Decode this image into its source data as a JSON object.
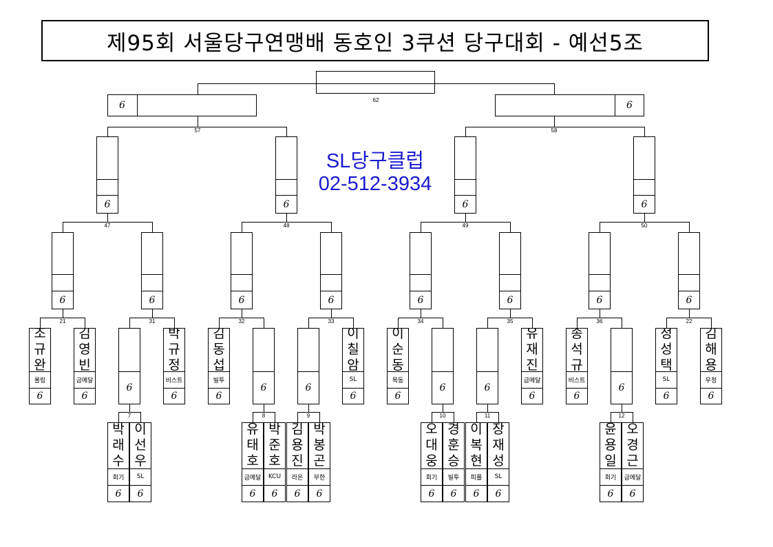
{
  "title": "제95회 서울당구연맹배 동호인 3쿠션 당구대회 - 예선5조",
  "promo": {
    "club": "SL당구클럽",
    "phone": "02-512-3934"
  },
  "score_mark": "6",
  "matches": {
    "m62": "62",
    "m57": "57",
    "m58": "58",
    "m47": "47",
    "m48": "48",
    "m49": "49",
    "m50": "50",
    "m21": "21",
    "m31": "31",
    "m32": "32",
    "m33": "33",
    "m34": "34",
    "m35": "35",
    "m36": "36",
    "m22": "22",
    "m7": "7",
    "m8": "8",
    "m9": "9",
    "m10": "10",
    "m11": "11",
    "m12": "12"
  },
  "players": {
    "p1": {
      "name": "조규완",
      "club": "롤링"
    },
    "p2": {
      "name": "김영빈",
      "club": "금메달"
    },
    "p3": {
      "name": "박규정",
      "club": "비스트"
    },
    "p4": {
      "name": "김동섭",
      "club": "빌투"
    },
    "p5": {
      "name": "이칠암",
      "club": "SL"
    },
    "p6": {
      "name": "이순동",
      "club": "목동"
    },
    "p7": {
      "name": "유재진",
      "club": "금메달"
    },
    "p8": {
      "name": "송석규",
      "club": "비스트"
    },
    "p9": {
      "name": "정성택",
      "club": "SL"
    },
    "p10": {
      "name": "김해용",
      "club": "우정"
    },
    "p11": {
      "name": "박래수",
      "club": "회기"
    },
    "p12": {
      "name": "이선우",
      "club": "SL"
    },
    "p13": {
      "name": "유태호",
      "club": "금메달"
    },
    "p14": {
      "name": "박준호",
      "club": "KCU"
    },
    "p15": {
      "name": "김용진",
      "club": "라온"
    },
    "p16": {
      "name": "박봉곤",
      "club": "무한"
    },
    "p17": {
      "name": "오대웅",
      "club": "회기"
    },
    "p18": {
      "name": "경훈승",
      "club": "빌투"
    },
    "p19": {
      "name": "이복현",
      "club": "피플"
    },
    "p20": {
      "name": "장재성",
      "club": "SL"
    },
    "p21": {
      "name": "윤용일",
      "club": "회기"
    },
    "p22": {
      "name": "오경근",
      "club": "금메달"
    }
  }
}
